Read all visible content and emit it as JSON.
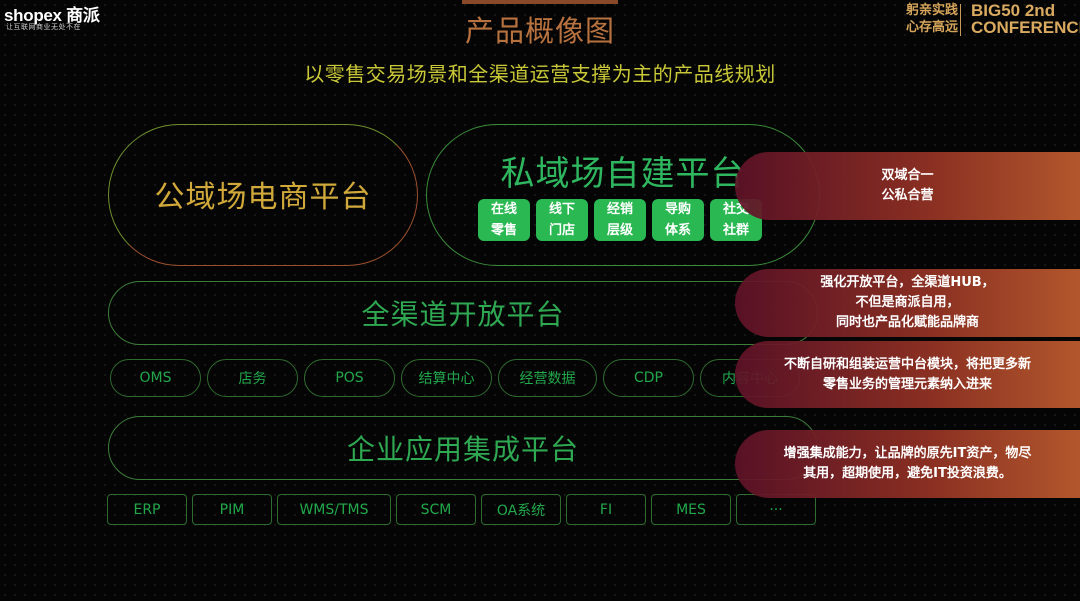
{
  "header": {
    "logo": "shopex 商派",
    "tagline": "让互联网商业无处不在",
    "title": "产品概像图",
    "subtitle": "以零售交易场景和全渠道运营支撑为主的产品线规划",
    "conference_slogan": [
      "躬亲实践",
      "心存高远"
    ],
    "conference_name": [
      "BIG50 2nd",
      "CONFERENCE"
    ]
  },
  "platforms": {
    "public": "公域场电商平台",
    "private": "私域场自建平台",
    "private_tags": [
      [
        "在线",
        "零售"
      ],
      [
        "线下",
        "门店"
      ],
      [
        "经销",
        "层级"
      ],
      [
        "导购",
        "体系"
      ],
      [
        "社交",
        "社群"
      ]
    ],
    "omnichannel": "全渠道开放平台",
    "omnichannel_modules": [
      "OMS",
      "店务",
      "POS",
      "结算中心",
      "经营数据",
      "CDP",
      "内容中心"
    ],
    "enterprise": "企业应用集成平台",
    "enterprise_modules": [
      "ERP",
      "PIM",
      "WMS/TMS",
      "SCM",
      "OA系统",
      "FI",
      "MES",
      "···"
    ]
  },
  "callouts": [
    [
      "双域合一",
      "公私合营"
    ],
    [
      "强化开放平台，全渠道HUB，",
      "不但是商派自用，",
      "同时也产品化赋能品牌商"
    ],
    [
      "不断自研和组装运营中台模块，将把更多新",
      "零售业务的管理元素纳入进来"
    ],
    [
      "增强集成能力，让品牌的原先IT资产，物尽",
      "其用，超期使用，避免IT投资浪费。"
    ]
  ],
  "colors": {
    "background": "#050505",
    "title": "#b8723f",
    "subtitle": "#c9c838",
    "public_text": "#d1a93a",
    "green_text": "#2fa852",
    "tag_fill": "#29b852",
    "callout_gradient": [
      "#5f1228",
      "#b2572c"
    ]
  }
}
